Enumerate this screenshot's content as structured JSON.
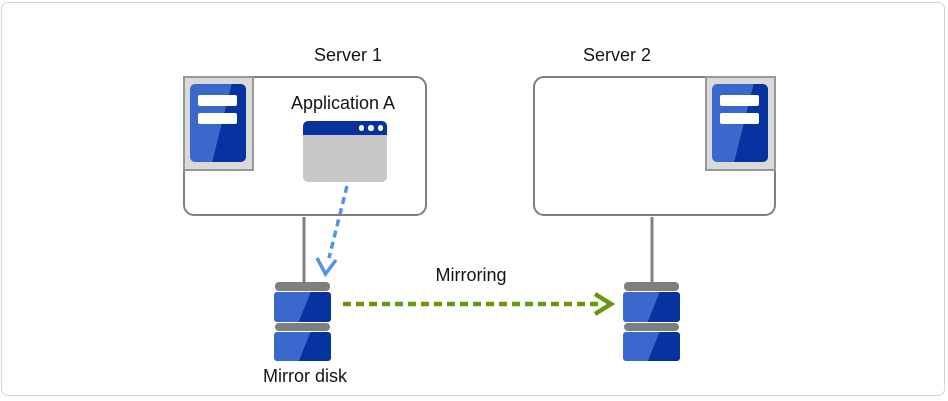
{
  "colors": {
    "frame_border": "#d4d4d4",
    "outline_gray": "#808080",
    "icon_frame_fill": "#d9d9d9",
    "icon_frame_border": "#979797",
    "light_blue": "#3b68cd",
    "dark_blue": "#0733a0",
    "titlebar_navy": "#0a309e",
    "window_body_gray": "#c7c7c7",
    "disk_gray": "#7f7f7f",
    "arrow_green": "#67990a",
    "arrow_blue": "#5295dc",
    "text_color": "#141414"
  },
  "servers": [
    {
      "label": "Server 1"
    },
    {
      "label": "Server 2"
    }
  ],
  "application": {
    "label": "Application A"
  },
  "mirroring": {
    "label": "Mirroring"
  },
  "mirror_disk": {
    "label": "Mirror disk"
  },
  "icons": {
    "server_icon": "server-tower-icon",
    "application_icon": "application-window-icon",
    "disk_icon": "disk-stack-icon"
  }
}
